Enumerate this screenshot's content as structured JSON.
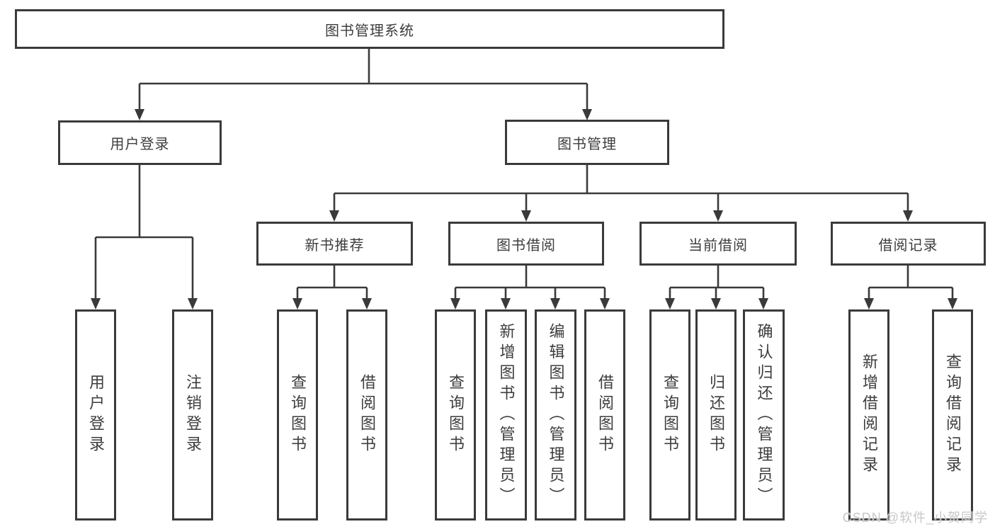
{
  "diagram": {
    "root": {
      "label": "图书管理系统"
    },
    "branches": [
      {
        "label": "用户登录",
        "children": [
          {
            "label": "用户登录"
          },
          {
            "label": "注销登录"
          }
        ]
      },
      {
        "label": "图书管理",
        "children": [
          {
            "label": "新书推荐",
            "children": [
              {
                "label": "查询图书"
              },
              {
                "label": "借阅图书"
              }
            ]
          },
          {
            "label": "图书借阅",
            "children": [
              {
                "label": "查询图书"
              },
              {
                "label": "新增图书（管理员）"
              },
              {
                "label": "编辑图书（管理员）"
              },
              {
                "label": "借阅图书"
              }
            ]
          },
          {
            "label": "当前借阅",
            "children": [
              {
                "label": "查询图书"
              },
              {
                "label": "归还图书"
              },
              {
                "label": "确认归还（管理员）"
              }
            ]
          },
          {
            "label": "借阅记录",
            "children": [
              {
                "label": "新增借阅记录"
              },
              {
                "label": "查询借阅记录"
              }
            ]
          }
        ]
      }
    ]
  },
  "watermark": "CSDN @软件_小贺同学",
  "colors": {
    "line": "#3a3a3a",
    "border": "#3a3a3a",
    "text": "#3d3d3d",
    "background": "#ffffff",
    "watermark": "#c7c7c7"
  }
}
